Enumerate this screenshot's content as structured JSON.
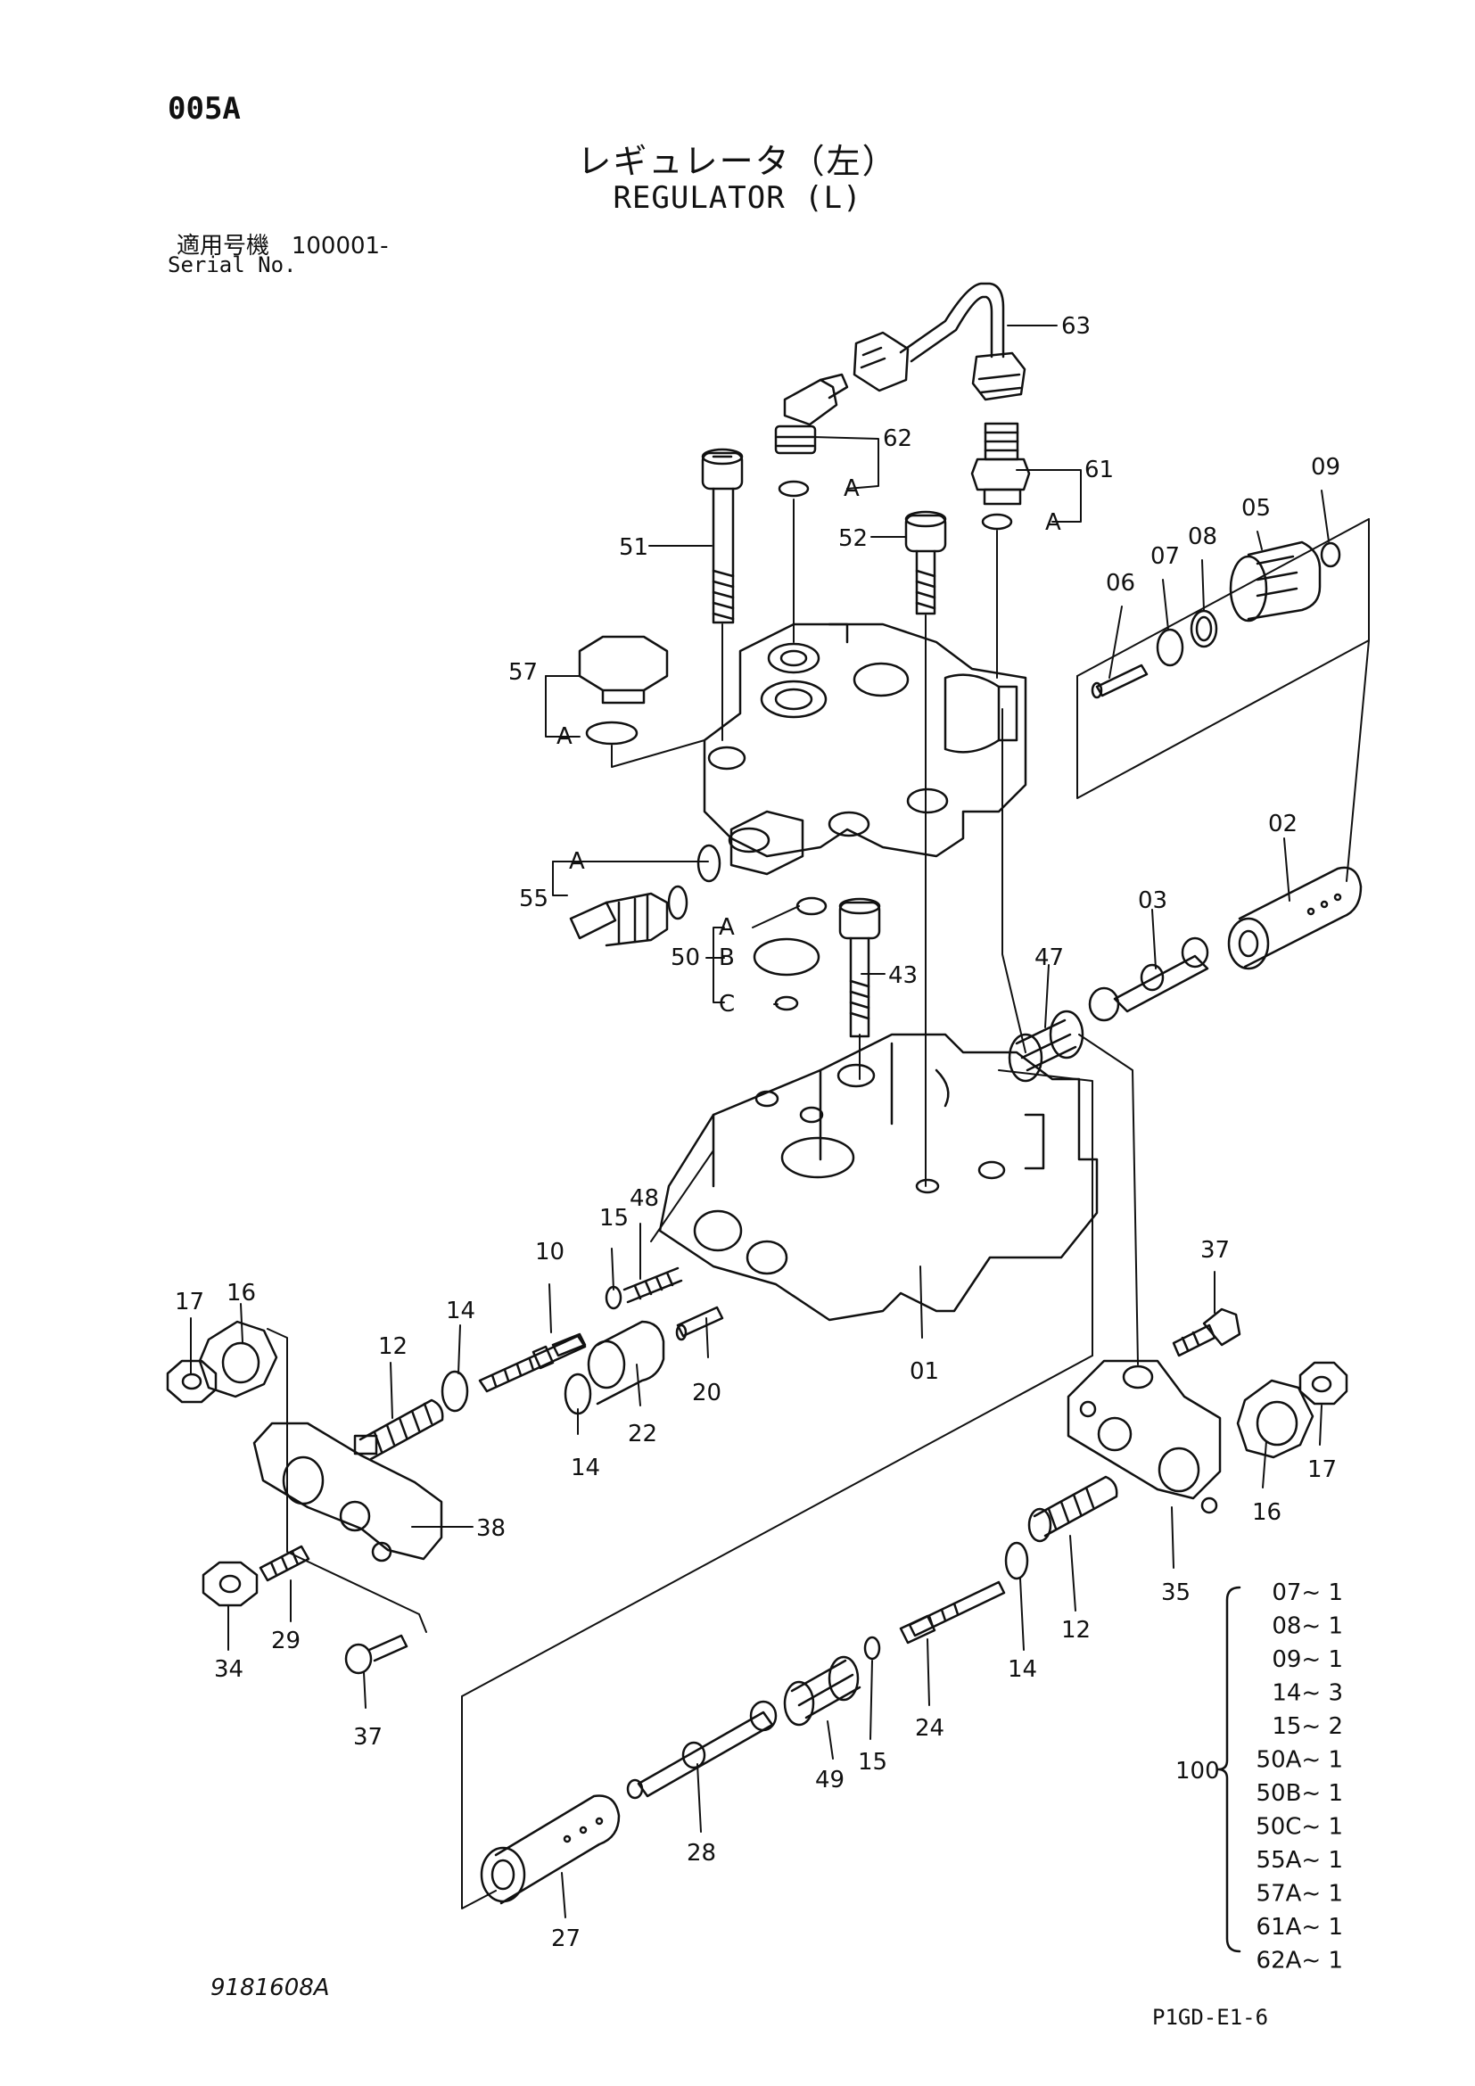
{
  "header": {
    "page_code": "005A",
    "title_jp": "レギュレータ（左）",
    "title_en": "REGULATOR (L)",
    "serial_label_jp": "適用号機",
    "serial_value": "100001-",
    "serial_label_en": "Serial No."
  },
  "footer": {
    "drawing_number": "9181608A",
    "sheet_reference": "P1GD-E1-6"
  },
  "callouts": {
    "p63": "63",
    "p62": "62",
    "p61": "61",
    "p09": "09",
    "p05": "05",
    "p08": "08",
    "p07": "07",
    "p06": "06",
    "p51": "51",
    "p52": "52",
    "p57": "57",
    "p55": "55",
    "p50": "50",
    "p43": "43",
    "p47": "47",
    "p03": "03",
    "p02": "02",
    "p01": "01",
    "p16a": "16",
    "p17a": "17",
    "p12a": "12",
    "p14a": "14",
    "p10": "10",
    "p15a": "15",
    "p48": "48",
    "p20": "20",
    "p22": "22",
    "p14b": "14",
    "p38": "38",
    "p29": "29",
    "p34": "34",
    "p37a": "37",
    "p37b": "37",
    "p35": "35",
    "p16b": "16",
    "p17b": "17",
    "p12b": "12",
    "p14c": "14",
    "p24": "24",
    "p15b": "15",
    "p49": "49",
    "p28": "28",
    "p27": "27",
    "sub_a1": "A",
    "sub_a2": "A",
    "sub_a3": "A",
    "sub_a4": "A",
    "sub_a5": "A",
    "sub_b": "B",
    "sub_c": "C"
  },
  "kit": {
    "label": "100",
    "items": [
      "07~ 1",
      "08~ 1",
      "09~ 1",
      "14~ 3",
      "15~ 2",
      "50A~ 1",
      "50B~ 1",
      "50C~ 1",
      "55A~ 1",
      "57A~ 1",
      "61A~ 1",
      "62A~ 1"
    ]
  }
}
